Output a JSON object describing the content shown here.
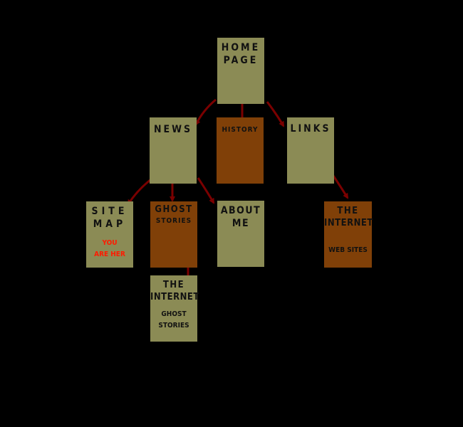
{
  "colors": {
    "background": "#000000",
    "olive": "#8b8b55",
    "brown": "#804008",
    "arrow": "#7a0000",
    "highlight": "#ff1a00"
  },
  "nodes": {
    "home": {
      "line1": "HOME",
      "line2": "PAGE"
    },
    "news": {
      "label": "NEWS"
    },
    "history": {
      "label": "HISTORY"
    },
    "links": {
      "label": "LINKS"
    },
    "sitemap": {
      "line1": "SITE",
      "line2": "MAP",
      "note1": "YOU",
      "note2": "ARE HER"
    },
    "ghost": {
      "line1": "GHOST",
      "line2": "STORIES"
    },
    "about": {
      "line1": "ABOUT",
      "line2": "ME"
    },
    "internet_links": {
      "line1": "THE",
      "line2": "INTERNET",
      "sub": "WEB SITES"
    },
    "internet_ghost": {
      "line1": "THE",
      "line2": "INTERNET",
      "sub1": "GHOST",
      "sub2": "STORIES"
    }
  }
}
